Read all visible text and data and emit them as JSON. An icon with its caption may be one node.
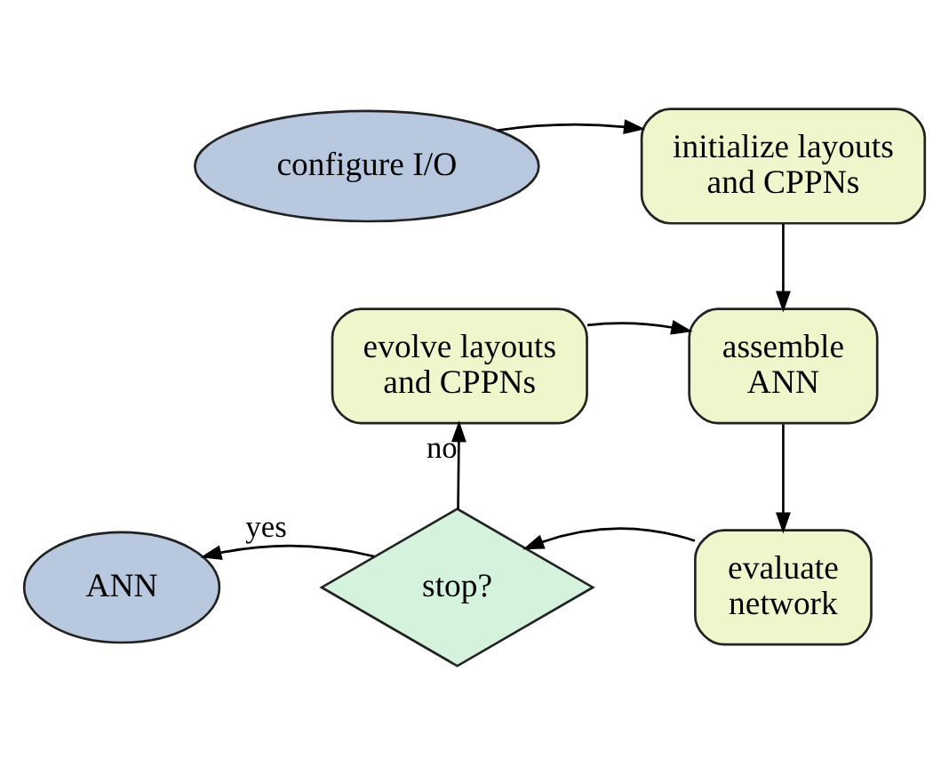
{
  "diagram": {
    "nodes": [
      {
        "text": [
          "configure I/O"
        ]
      },
      {
        "text": [
          "initialize layouts and CPPNs"
        ]
      },
      {
        "text": [
          "evolve layouts and CPPNs"
        ]
      },
      {
        "text": [
          "assemble ANN"
        ]
      },
      {
        "text": [
          "ANN"
        ]
      },
      {
        "text": [
          "stop?"
        ]
      },
      {
        "text": [
          "evaluate network"
        ]
      }
    ],
    "edges": [
      {
        "from": 0,
        "to": 1,
        "arrow": "to"
      },
      {
        "from": 1,
        "to": 3,
        "arrow": "to"
      },
      {
        "from": 2,
        "to": 3,
        "arrow": "to"
      },
      {
        "from": 3,
        "to": 6,
        "arrow": "to"
      },
      {
        "from": 6,
        "to": 5,
        "arrow": "to"
      },
      {
        "from": 5,
        "to": 2,
        "label": "no",
        "arrow": "to"
      },
      {
        "from": 5,
        "to": 4,
        "label": "yes",
        "arrow": "to"
      }
    ]
  }
}
